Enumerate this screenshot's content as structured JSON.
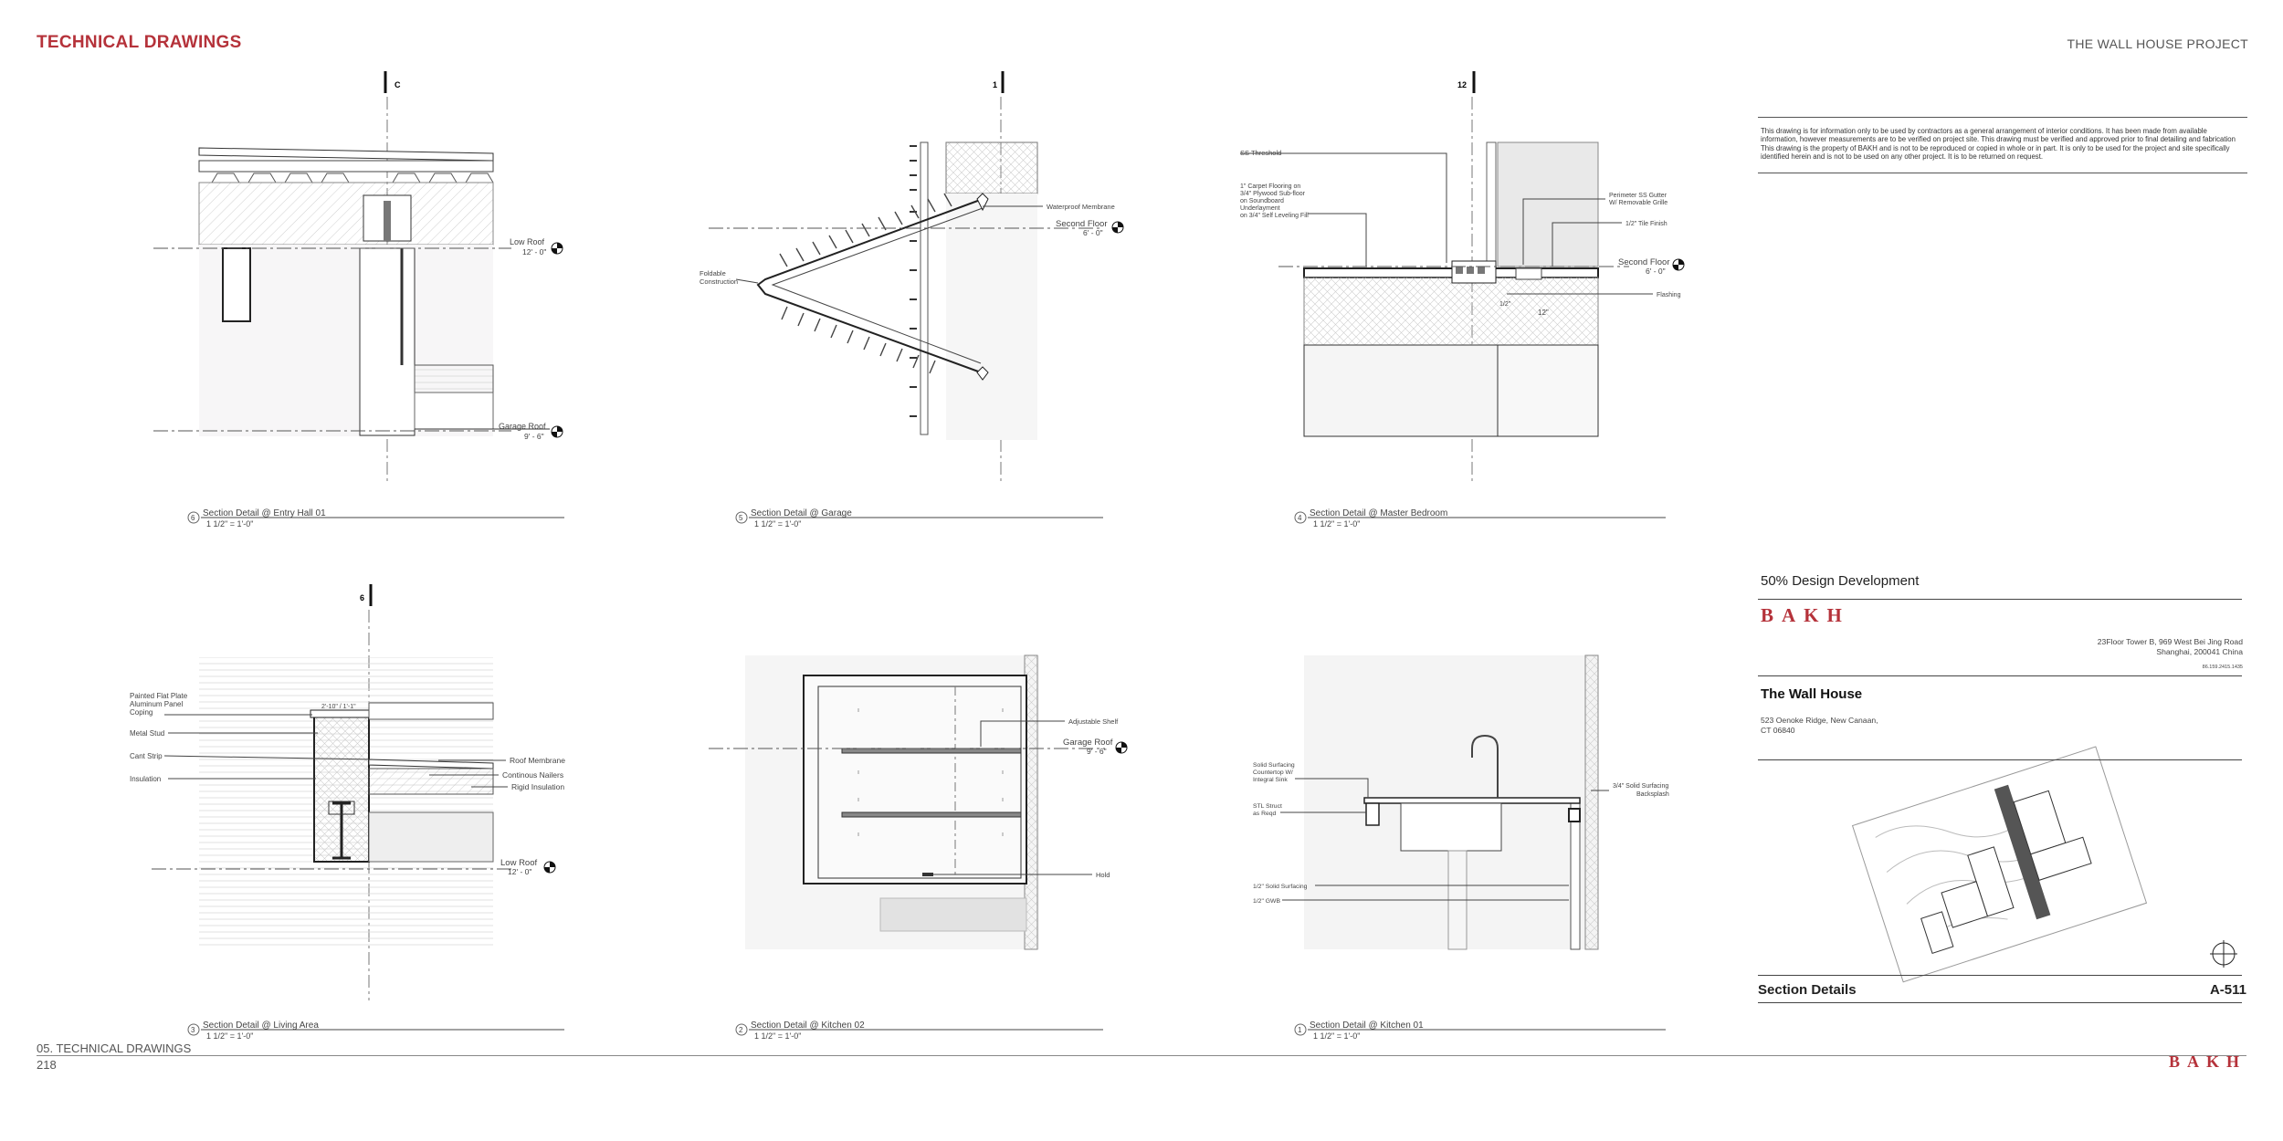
{
  "header": {
    "title": "TECHNICAL DRAWINGS",
    "project": "THE WALL HOUSE PROJECT"
  },
  "details": [
    {
      "num": "6",
      "title": "Section Detail @ Entry Hall 01",
      "scale": "1 1/2\" = 1'-0\"",
      "grid": "C",
      "labels": {
        "low_roof": "Low Roof",
        "low_roof_el": "12' - 0\"",
        "garage_roof": "Garage Roof",
        "garage_roof_el": "9' - 6\""
      }
    },
    {
      "num": "5",
      "title": "Section Detail @ Garage",
      "scale": "1 1/2\" = 1'-0\"",
      "grid": "1",
      "labels": {
        "membrane": "Waterproof Membrane",
        "second_floor": "Second Floor",
        "second_floor_el": "6' - 0\"",
        "foldable1": "Foldable",
        "foldable2": "Construction"
      }
    },
    {
      "num": "4",
      "title": "Section Detail @ Master Bedroom",
      "scale": "1 1/2\" = 1'-0\"",
      "grid": "12",
      "labels": {
        "threshold": "SS Threshold",
        "carpet1": "1\" Carpet Flooring on",
        "carpet2": "3/4\" Plywood Sub-floor",
        "carpet3": "on Soundboard",
        "carpet4": "Underlayment",
        "carpet5": "on 3/4\" Self Leveling Fill",
        "gutter1": "Perimeter SS Gutter",
        "gutter2": "W/ Removable Grille",
        "tile": "1/2\" Tile Finish",
        "second_floor": "Second Floor",
        "second_floor_el": "6' - 0\"",
        "flashing": "Flashing",
        "dim1": "1/2\"",
        "dim2": "12\""
      }
    },
    {
      "num": "3",
      "title": "Section Detail @ Living Area",
      "scale": "1 1/2\" = 1'-0\"",
      "grid": "6",
      "labels": {
        "painted1": "Painted Flat Plate",
        "painted2": "Aluminum Panel",
        "painted3": "Coping",
        "stud": "Metal Stud",
        "cant": "Cant Strip",
        "insulation": "Insulation",
        "roof_membrane": "Roof Membrane",
        "nailers": "Continous Nailers",
        "rigid": "Rigid Insulation",
        "dim": "2'-10\" / 1'-1\"",
        "low_roof": "Low Roof",
        "low_roof_el": "12' - 0\""
      }
    },
    {
      "num": "2",
      "title": "Section Detail @ Kitchen 02",
      "scale": "1 1/2\" = 1'-0\"",
      "labels": {
        "shelf": "Adjustable Shelf",
        "garage_roof": "Garage Roof",
        "garage_roof_el": "9' - 6\"",
        "hold": "Hold"
      }
    },
    {
      "num": "1",
      "title": "Section Detail @ Kitchen 01",
      "scale": "1 1/2\" = 1'-0\"",
      "labels": {
        "solid1": "Solid Surfacing",
        "solid2": "Countertop W/",
        "solid3": "Integral Sink",
        "stl1": "STL Struct",
        "stl2": "as Reqd",
        "back1": "3/4\" Solid Surfacing",
        "back2": "Backsplash",
        "half_solid": "1/2\" Solid Surfacing",
        "gwb": "1/2\" GWB"
      }
    }
  ],
  "titleblock": {
    "disclaimer": "This drawing is for information only to be used by contractors as a general arrangement of interior conditions. It has been made from available information, however measurements are to be verified on project site. This drawing must be verified and approved prior to final detailing and fabrication This drawing is the property of BAKH and is not to be reproduced or copied in whole or in part. It is only to be used for the project and site specifically identified herein and is not to be used on any other project. It is to be returned on request.",
    "phase": "50% Design Development",
    "logo": "BAKH",
    "address1": "23Floor Tower B, 969 West Bei Jing Road",
    "address2": "Shanghai, 200041 China",
    "phone": "86.159.2415.1435",
    "project_title": "The Wall House",
    "project_addr1": "523 Oenoke Ridge, New Canaan,",
    "project_addr2": "CT 06840",
    "sheet_title": "Section Details",
    "sheet_number": "A-511"
  },
  "footer": {
    "section": "05. TECHNICAL DRAWINGS",
    "page": "218",
    "logo": "BAKH"
  },
  "colors": {
    "accent": "#b5323a",
    "line": "#333333",
    "hatch": "#bbbbbb"
  }
}
